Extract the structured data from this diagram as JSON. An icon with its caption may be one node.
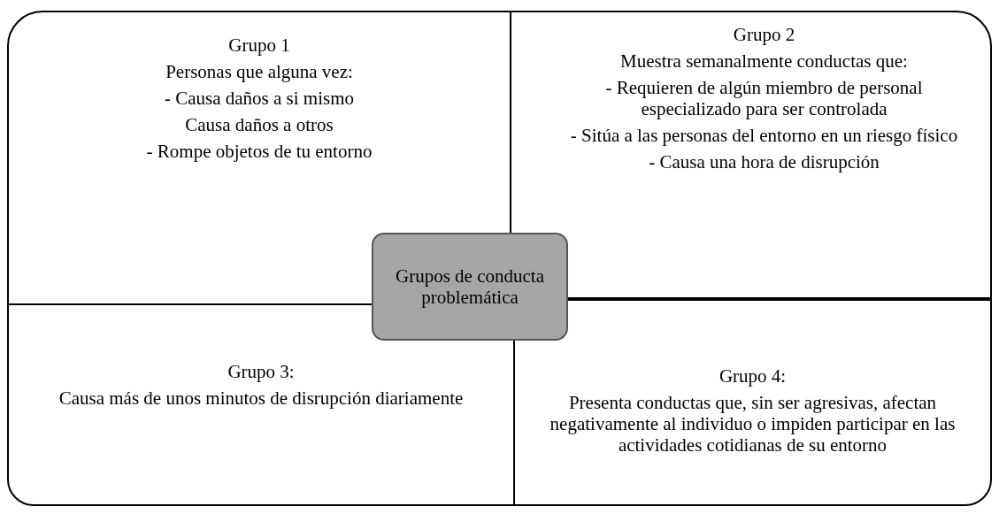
{
  "diagram": {
    "nodes": [
      {
        "text": [
          "Grupo 1",
          "Personas que alguna vez:",
          "- Causa daños a si mismo",
          "Causa daños a otros",
          "- Rompe objetos de tu entorno"
        ]
      },
      {
        "text": [
          "Grupo 2",
          "Muestra semanalmente conductas que:",
          "- Requieren de algún miembro de personal especializado para  ser controlada",
          "- Sitúa a las personas del entorno en un riesgo físico",
          "- Causa una hora de disrupción"
        ]
      },
      {
        "text": [
          "Grupos de conducta problemática"
        ]
      },
      {
        "text": [
          "Grupo 3:",
          "Causa más de unos minutos de disrupción diariamente"
        ]
      },
      {
        "text": [
          "Grupo 4:",
          "Presenta conductas que, sin ser agresivas, afectan negativamente al individuo o impiden participar en las actividades cotidianas de su entorno"
        ]
      }
    ],
    "edges": []
  }
}
